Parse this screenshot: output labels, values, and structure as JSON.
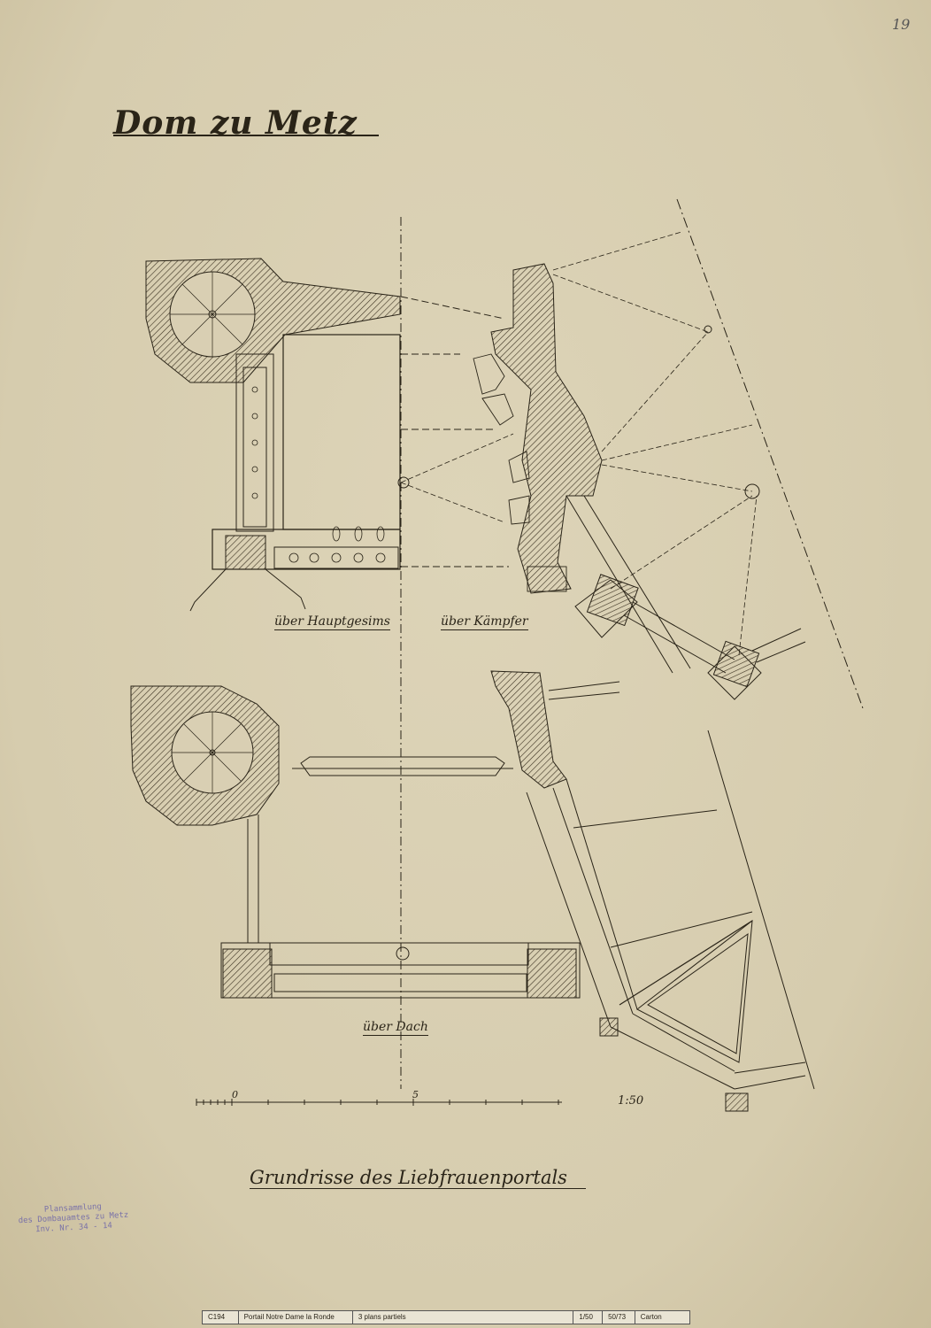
{
  "header": {
    "title": "Dom zu Metz",
    "sheet_number": "19"
  },
  "plans": {
    "upper_left_label": "über Hauptgesims",
    "upper_right_label": "über Kämpfer",
    "lower_label": "über Dach"
  },
  "scale": {
    "tick_0": "0",
    "tick_5": "5",
    "ratio": "1:50"
  },
  "subtitle": "Grundrisse des Liebfrauenportals",
  "stamp": {
    "line1": "Plansammlung",
    "line2": "des Dombauamtes zu Metz",
    "line3": "Inv. Nr. 34 - 14"
  },
  "footer": {
    "code": "C194",
    "title": "Portail Notre Dame la Ronde",
    "desc": "3 plans partiels",
    "scale": "1/50",
    "size": "50/73",
    "medium": "Carton"
  }
}
